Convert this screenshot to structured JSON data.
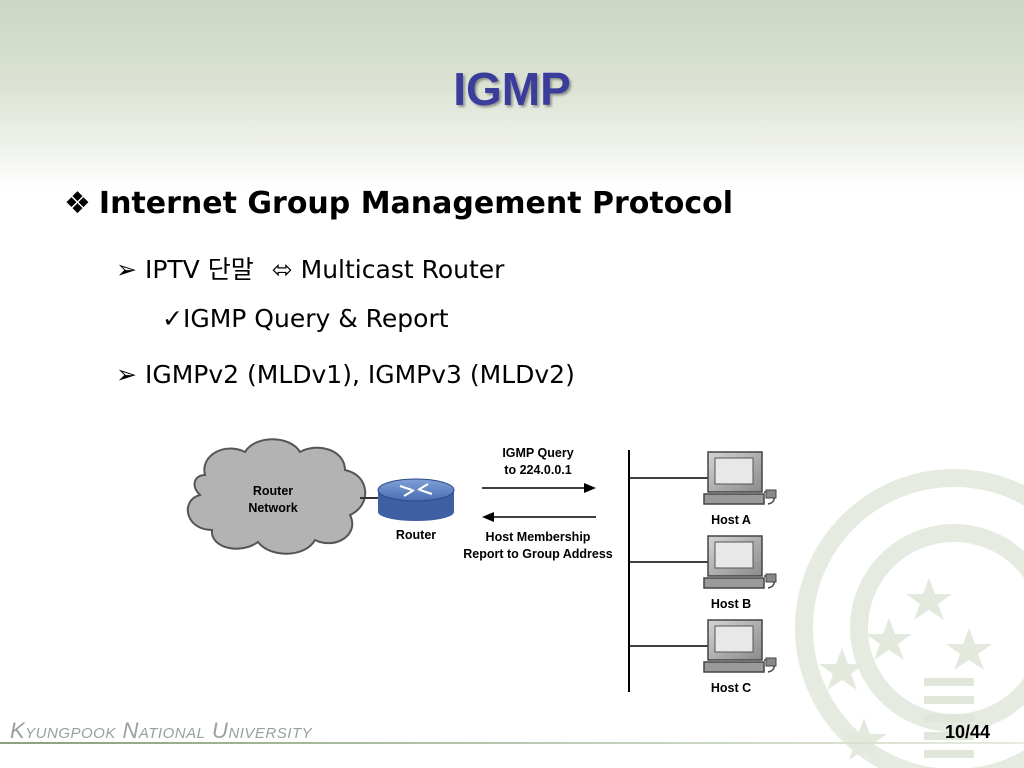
{
  "slide": {
    "title": "IGMP",
    "bullets": {
      "b1": {
        "marker": "❖",
        "text": "Internet Group Management Protocol"
      },
      "b2": {
        "marker": "➢",
        "left": "IPTV 단말",
        "arrow": "⬄",
        "right": "Multicast Router"
      },
      "b3": {
        "marker": "✓",
        "text": "IGMP Query & Report"
      },
      "b4": {
        "marker": "➢",
        "text": "IGMPv2 (MLDv1), IGMPv3 (MLDv2)"
      }
    }
  },
  "diagram": {
    "cloud_label_1": "Router",
    "cloud_label_2": "Network",
    "router_label": "Router",
    "query_line_1": "IGMP Query",
    "query_line_2": "to 224.0.0.1",
    "report_line_1": "Host Membership",
    "report_line_2": "Report to Group Address",
    "hosts": [
      "Host A",
      "Host B",
      "Host C"
    ]
  },
  "footer": {
    "university": "Kyungpook National University",
    "page": "10/44"
  },
  "colors": {
    "title": "#3a3d9c",
    "header_green": "#cdd7c4",
    "router_blue": "#4f74b8",
    "footer_text": "#97a39a"
  }
}
